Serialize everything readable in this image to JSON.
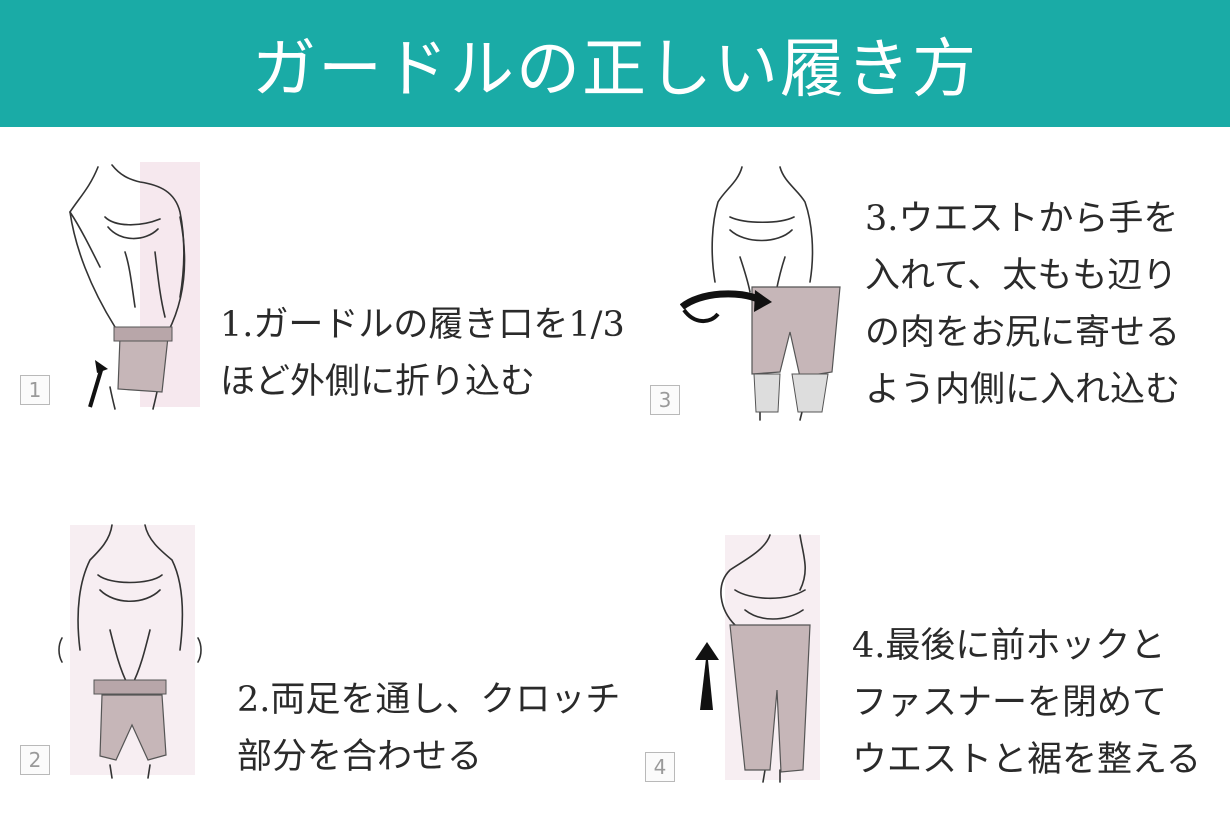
{
  "header": {
    "title": "ガードルの正しい履き方"
  },
  "steps": [
    {
      "badge": "1",
      "lines": [
        "1.ガードルの履き口を1/3",
        "ほど外側に折り込む"
      ]
    },
    {
      "badge": "2",
      "lines": [
        "2.両足を通し、クロッチ",
        "部分を合わせる"
      ]
    },
    {
      "badge": "3",
      "lines": [
        "3.ウエストから手を",
        "入れて、太もも辺り",
        "の肉をお尻に寄せる",
        "よう内側に入れ込む"
      ]
    },
    {
      "badge": "4",
      "lines": [
        "4.最後に前ホックと",
        "ファスナーを閉めて",
        "ウエストと裾を整える"
      ]
    }
  ],
  "colors": {
    "banner": "#1aaba6",
    "garment": "#c6b6b8",
    "highlight": "#f3dde6"
  }
}
